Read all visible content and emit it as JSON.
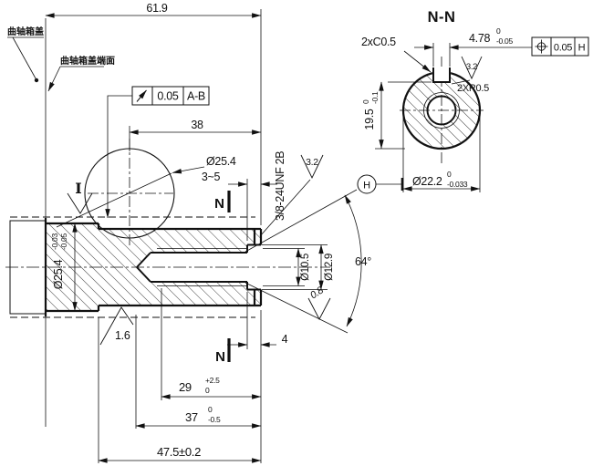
{
  "main_view": {
    "labels": {
      "crankcase_cover": "曲轴箱盖",
      "crankcase_cover_face": "曲轴箱盖端面",
      "aux_mark": "I",
      "section_mark": "N"
    },
    "dims": {
      "overall_length": "61.9",
      "length_38": "38",
      "dia_boss": "Ø25.4",
      "thread_runout": "3~5",
      "thread_spec": "3/8-24UNF 2B",
      "roughness_thread": "3.2",
      "dia_counterbore": "Ø10.5",
      "dia_chamfer": "Ø12.9",
      "cone_angle": "64°",
      "roughness_cone": "0.8",
      "recess_depth": "4",
      "thread_depth": {
        "v": "29",
        "up": "+2.5",
        "lo": "0"
      },
      "hole_depth": {
        "v": "37",
        "up": "0",
        "lo": "-0.5"
      },
      "length_475": "47.5±0.2",
      "dia_journal": {
        "v": "Ø25.4",
        "up": "-0.03",
        "lo": "-0.05"
      },
      "roughness_journal": "1.6",
      "runout_frame": {
        "symbol": "circular-runout-arrow",
        "tol": "0.05",
        "datum": "A-B"
      }
    }
  },
  "section_view": {
    "title": "N-N",
    "dims": {
      "key_chamfer": "2xC0.5",
      "key_width": {
        "v": "4.78",
        "up": "0",
        "lo": "-0.05"
      },
      "position_frame": {
        "symbol": "true-position",
        "tol": "0.05",
        "datum": "H"
      },
      "roughness_key": "3.2",
      "key_radius": "2XR0.5",
      "key_depth": {
        "v": "19.5",
        "up": "0",
        "lo": "-0.1"
      },
      "dia_shaft": {
        "v": "Ø22.2",
        "up": "0",
        "lo": "-0.033"
      },
      "datum_label": "H"
    }
  },
  "colors": {
    "line": "#111111",
    "background": "#ffffff"
  }
}
